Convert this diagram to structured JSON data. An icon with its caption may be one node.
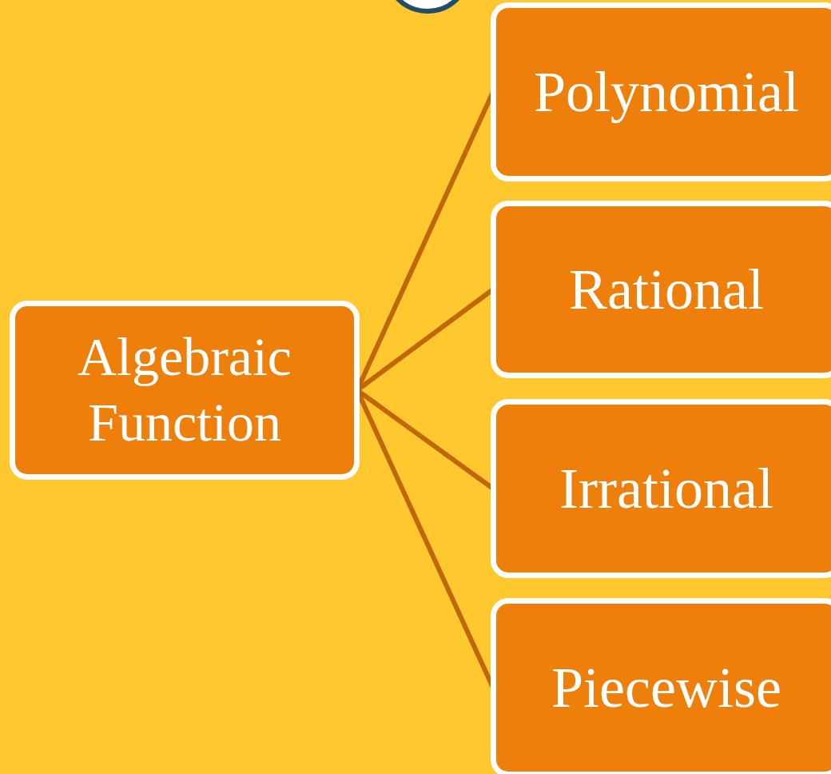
{
  "diagram": {
    "nodes": [
      {
        "text": [
          "Algebraic Function"
        ]
      },
      {
        "text": [
          "Polynomial"
        ]
      },
      {
        "text": [
          "Rational"
        ]
      },
      {
        "text": [
          "Irrational"
        ]
      },
      {
        "text": [
          "Piecewise"
        ]
      },
      {
        "text": [],
        "shape": "circle"
      }
    ],
    "edges": [
      {
        "from": 0,
        "to": 1,
        "arrow": "none"
      },
      {
        "from": 0,
        "to": 2,
        "arrow": "none"
      },
      {
        "from": 0,
        "to": 3,
        "arrow": "none"
      },
      {
        "from": 0,
        "to": 4,
        "arrow": "none"
      }
    ]
  }
}
